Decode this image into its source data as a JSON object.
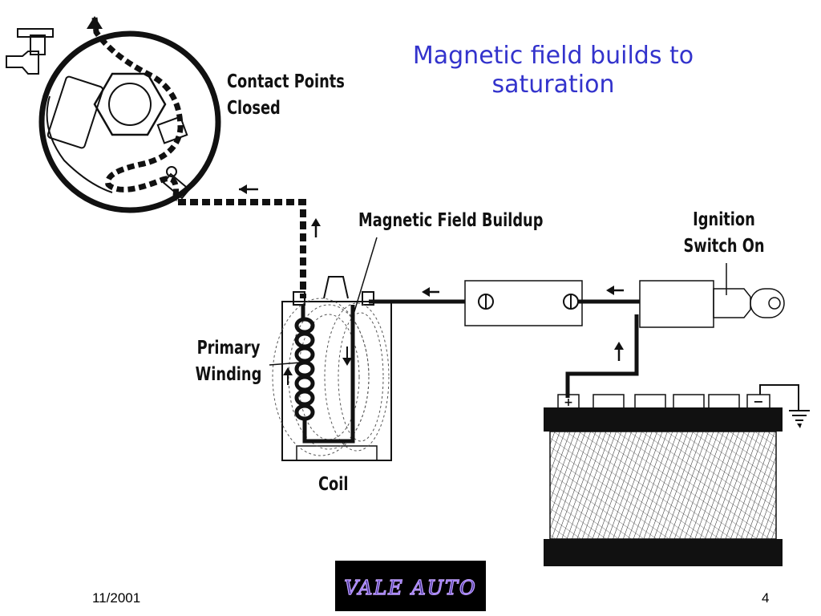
{
  "slide": {
    "title": "Magnetic field builds to saturation",
    "title_lines": [
      "Magnetic field builds to",
      "saturation"
    ],
    "footer_date": "11/2001",
    "page_number": "4",
    "logo_text": "VALE AUTO"
  },
  "labels": {
    "contact_points": [
      "Contact Points",
      "Closed"
    ],
    "magnetic_field": "Magnetic Field Buildup",
    "ignition_switch": [
      "Ignition",
      "Switch On"
    ],
    "primary_winding": [
      "Primary",
      "Winding"
    ],
    "coil": "Coil"
  },
  "battery": {
    "positive_symbol": "+",
    "negative_symbol": "−"
  },
  "colors": {
    "title": "#3333cc",
    "ink": "#111111",
    "background": "#ffffff",
    "logo_bg": "#000000"
  }
}
